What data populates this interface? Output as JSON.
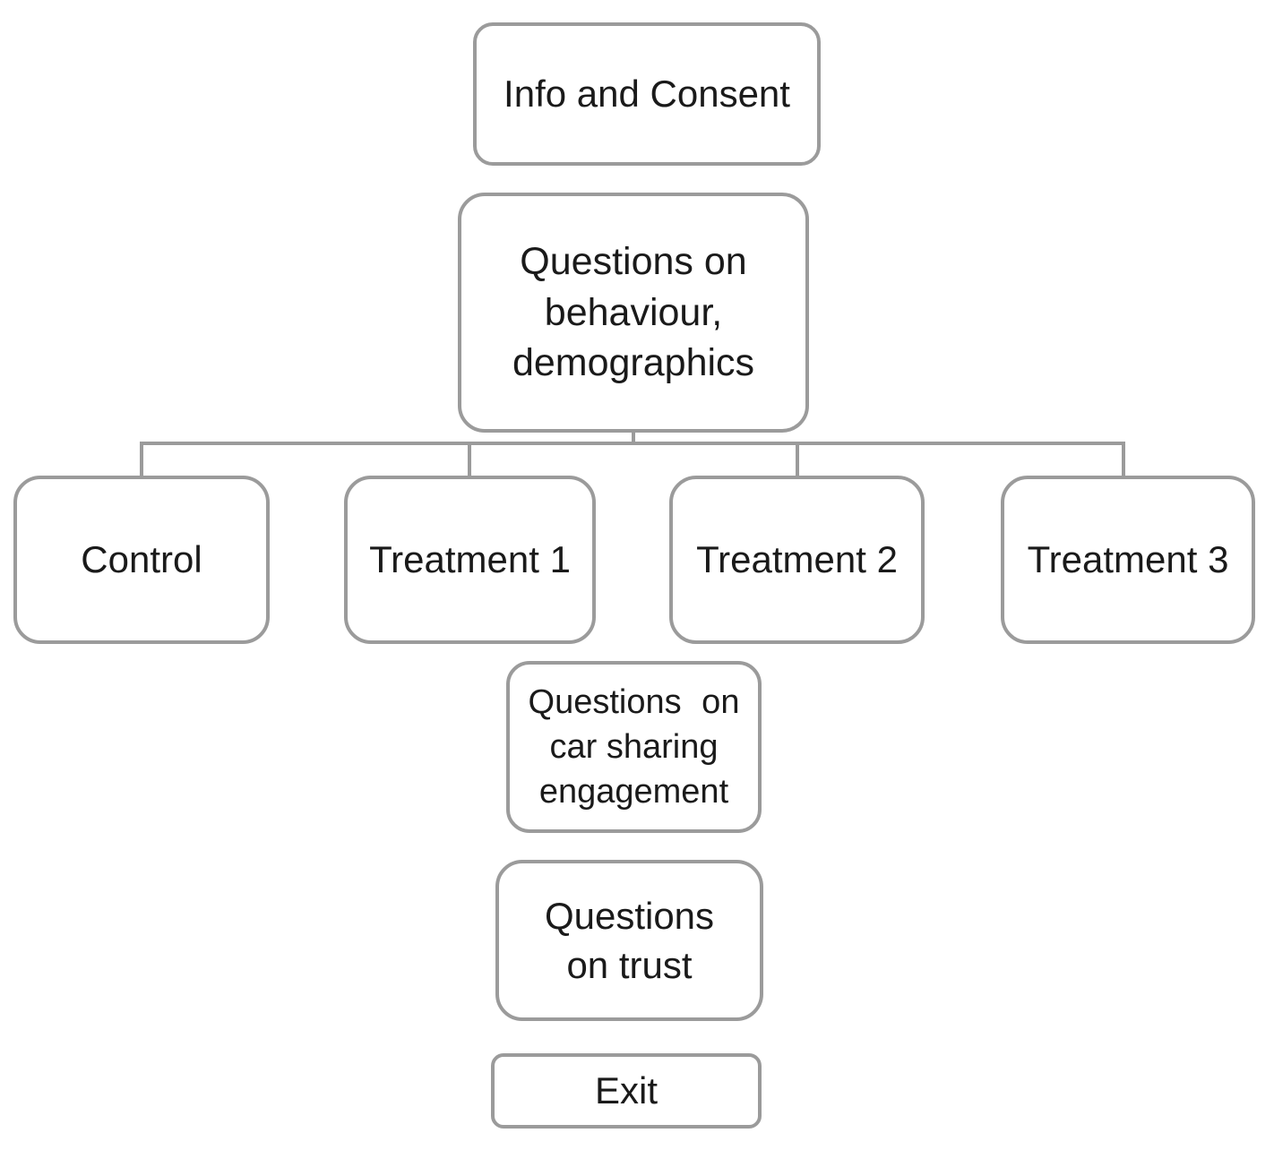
{
  "diagram": {
    "type": "flowchart",
    "description": "Survey flow: consent, pre-questions, four experimental arms, then follow-up question blocks and exit",
    "colors": {
      "background": "#ffffff",
      "node_fill": "#ffffff",
      "node_border": "#9b9b9b",
      "connector": "#9b9b9b",
      "text": "#1a1a1a"
    },
    "nodes": {
      "info_consent": {
        "label": "Info and Consent"
      },
      "questions_behaviour": {
        "lines": [
          "Questions on",
          "behaviour,",
          "demographics"
        ]
      },
      "control": {
        "label": "Control"
      },
      "treatment1": {
        "label": "Treatment 1"
      },
      "treatment2": {
        "label": "Treatment 2"
      },
      "treatment3": {
        "label": "Treatment 3"
      },
      "car_sharing": {
        "lines": [
          "Questions on",
          "car sharing",
          "engagement"
        ]
      },
      "trust": {
        "lines": [
          "Questions",
          "on trust"
        ]
      },
      "exit": {
        "label": "Exit"
      }
    },
    "edges": [
      {
        "from": "questions_behaviour",
        "to": "control"
      },
      {
        "from": "questions_behaviour",
        "to": "treatment1"
      },
      {
        "from": "questions_behaviour",
        "to": "treatment2"
      },
      {
        "from": "questions_behaviour",
        "to": "treatment3"
      }
    ]
  }
}
